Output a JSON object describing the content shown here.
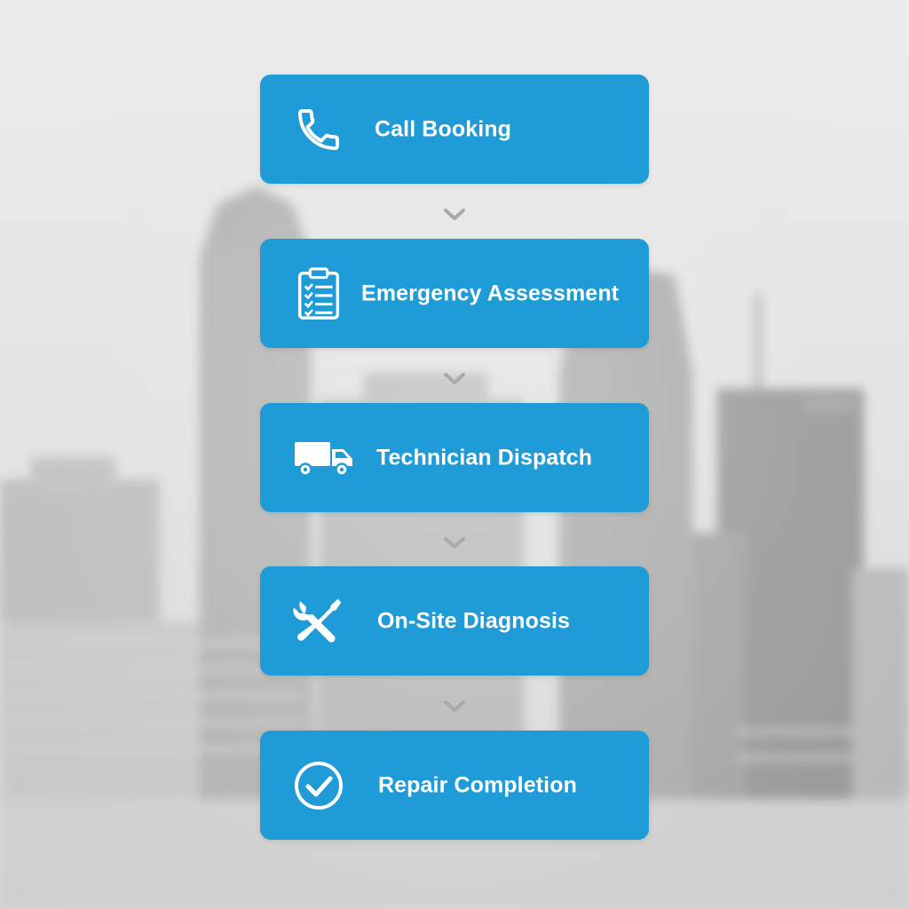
{
  "flow": {
    "steps": [
      {
        "label": "Call Booking",
        "icon": "phone-icon"
      },
      {
        "label": "Emergency Assessment",
        "icon": "clipboard-checklist-icon"
      },
      {
        "label": "Technician Dispatch",
        "icon": "truck-icon"
      },
      {
        "label": "On-Site Diagnosis",
        "icon": "wrench-screwdriver-icon"
      },
      {
        "label": "Repair Completion",
        "icon": "check-circle-icon"
      }
    ],
    "connector_icon": "chevron-down-icon"
  },
  "colors": {
    "step_background": "#1f9bd7",
    "step_text": "#ffffff",
    "connector": "#a9a9a9",
    "backdrop": "#e4e4e4"
  }
}
